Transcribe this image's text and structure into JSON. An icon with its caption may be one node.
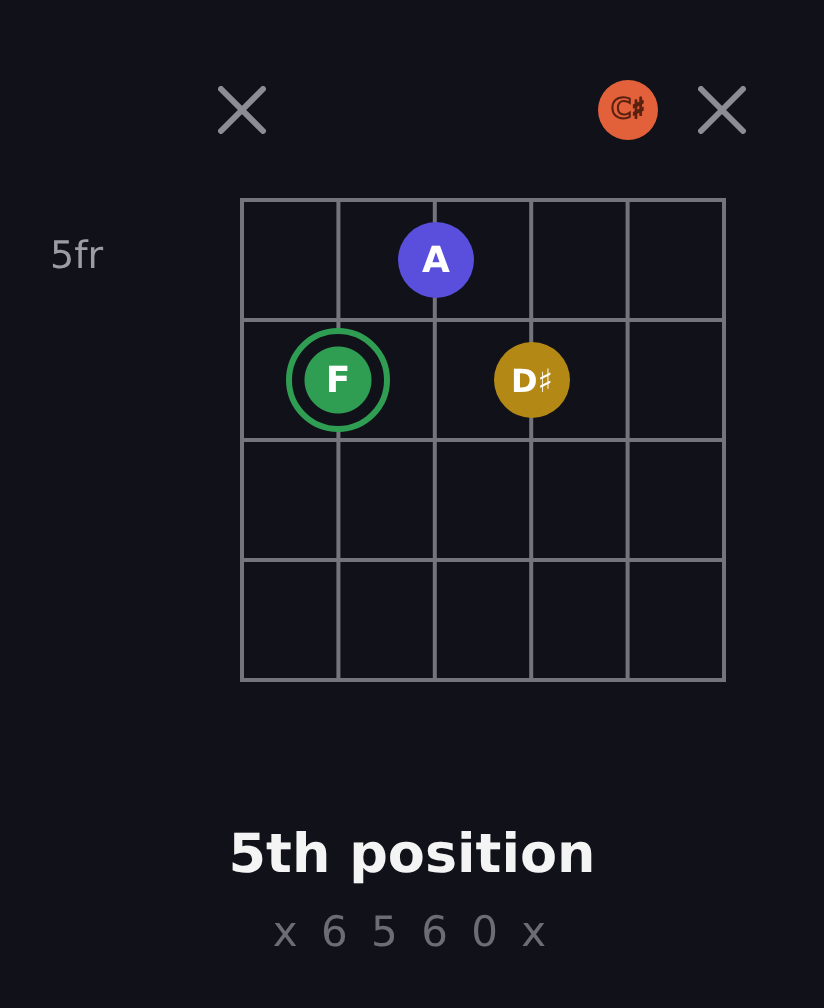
{
  "diagram": {
    "title": "5th position",
    "nodes": [
      {
        "text": [
          "C♯"
        ]
      },
      {
        "text": [
          "A"
        ]
      },
      {
        "text": [
          "F"
        ]
      },
      {
        "text": [
          "D♯"
        ]
      }
    ],
    "labels": [
      "5fr",
      "x 6 5 6 0 x"
    ]
  }
}
